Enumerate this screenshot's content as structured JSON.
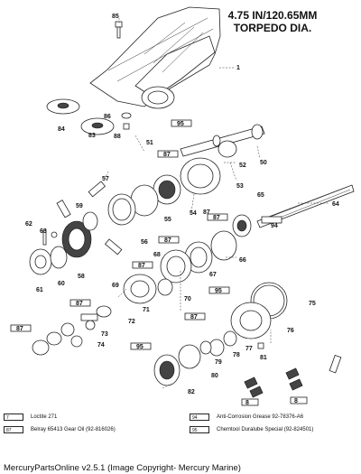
{
  "title_line1": "4.75 IN/120.65MM",
  "title_line2": "TORPEDO DIA.",
  "part_numbers": [
    "85",
    "1",
    "84",
    "86",
    "83",
    "88",
    "51",
    "52",
    "50",
    "53",
    "57",
    "64",
    "65",
    "94",
    "55",
    "54",
    "87",
    "56",
    "59",
    "62",
    "63",
    "58",
    "61",
    "60",
    "68",
    "66",
    "67",
    "69",
    "70",
    "75",
    "71",
    "72",
    "73",
    "74",
    "76",
    "77",
    "78",
    "81",
    "79",
    "80",
    "82"
  ],
  "callout_codes": [
    "95",
    "87",
    "7",
    "94",
    "8"
  ],
  "legend": [
    {
      "code": "7",
      "text": "Loctite 271"
    },
    {
      "code": "87",
      "text": "Belray 65413 Gear Oil (92-816026)"
    },
    {
      "code": "94",
      "text": "Anti-Corrosion Grease 92-78376-A6"
    },
    {
      "code": "95",
      "text": "Chemtool Duralube Special (92-824501)"
    }
  ],
  "footer": "MercuryPartsOnline v2.5.1 (Image Copyright- Mercury Marine)"
}
